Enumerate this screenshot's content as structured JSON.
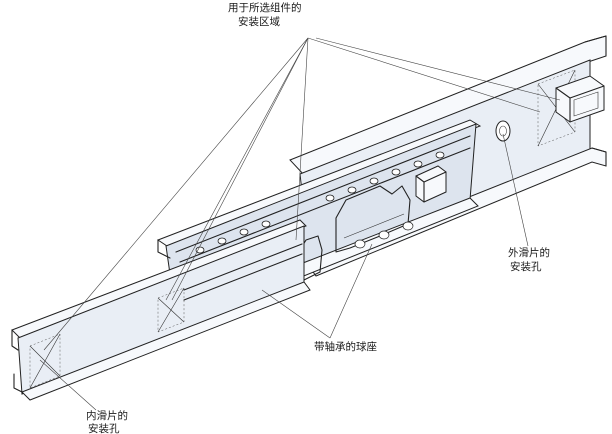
{
  "diagram": {
    "labels": {
      "top_mounting_area": [
        "用于所选组件的",
        "安装区域"
      ],
      "outer_slide_holes": [
        "外滑片的",
        "安装孔"
      ],
      "ball_cage": [
        "带轴承的球座"
      ],
      "inner_slide_holes": [
        "内滑片的",
        "安装孔"
      ]
    },
    "colors": {
      "line": "#222222",
      "panel": "#e9eef5",
      "background": "#ffffff"
    }
  }
}
